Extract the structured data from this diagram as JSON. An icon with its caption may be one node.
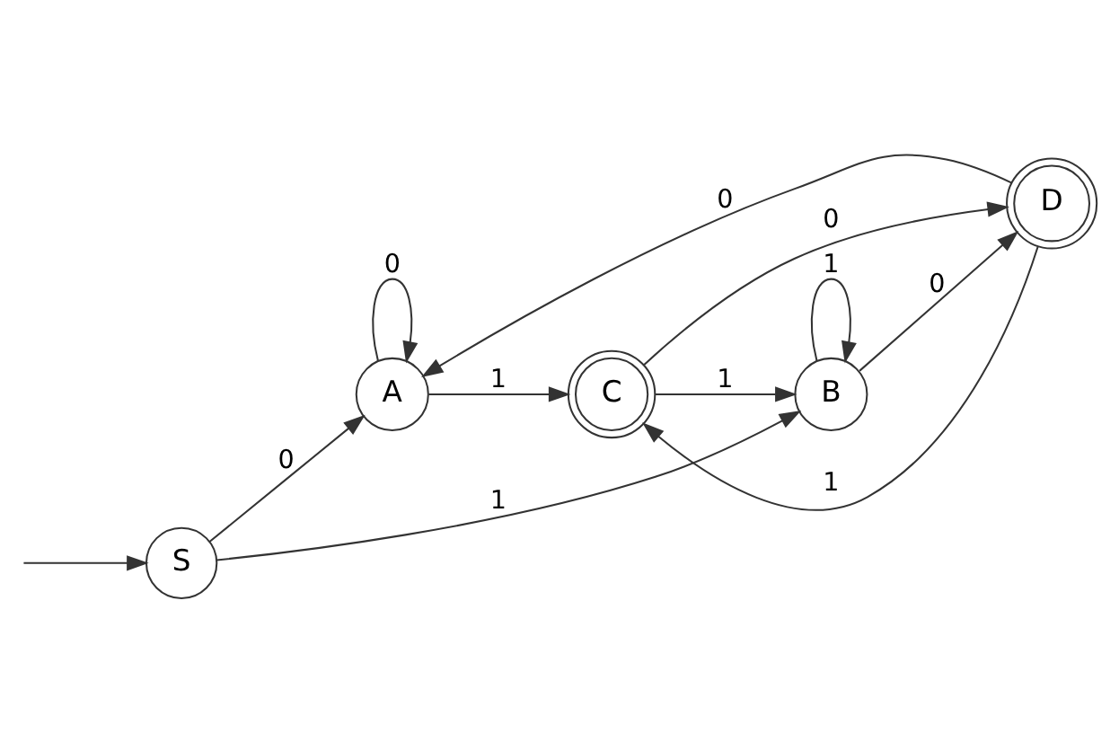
{
  "diagram": {
    "nodes": [
      {
        "text": [
          "S"
        ]
      },
      {
        "text": [
          "A"
        ]
      },
      {
        "text": [
          "B"
        ]
      },
      {
        "text": [
          "C"
        ]
      },
      {
        "text": [
          "D"
        ]
      }
    ],
    "edges": [
      {
        "from": null,
        "to": 0,
        "arrow": "to"
      },
      {
        "from": 0,
        "to": 1,
        "arrow": "to",
        "label": "0"
      },
      {
        "from": 0,
        "to": 2,
        "arrow": "to",
        "label": "1"
      },
      {
        "from": 1,
        "to": 1,
        "arrow": "to",
        "label": "0"
      },
      {
        "from": 1,
        "to": 3,
        "arrow": "to",
        "label": "1"
      },
      {
        "from": 3,
        "to": 4,
        "arrow": "to",
        "label": "0"
      },
      {
        "from": 4,
        "to": 3,
        "arrow": "to",
        "label": "1"
      },
      {
        "from": 3,
        "to": 2,
        "arrow": "to",
        "label": "1"
      },
      {
        "from": 4,
        "to": 1,
        "arrow": "to",
        "label": "0"
      },
      {
        "from": 2,
        "to": 4,
        "arrow": "to",
        "label": "0"
      },
      {
        "from": 2,
        "to": 2,
        "arrow": "to",
        "label": "1"
      }
    ]
  }
}
